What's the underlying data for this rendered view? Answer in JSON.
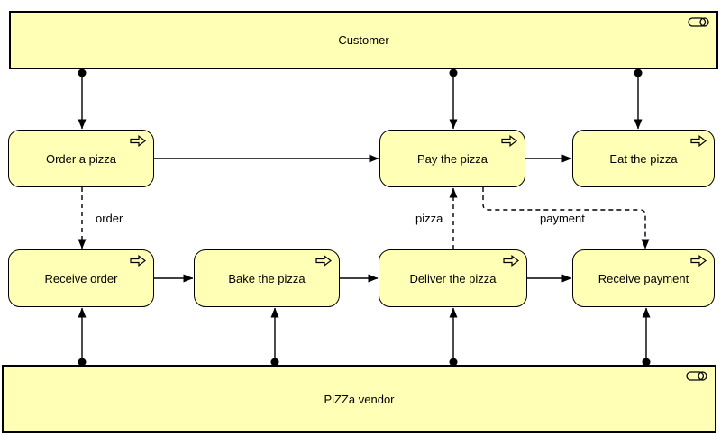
{
  "diagram": {
    "type": "archimate-business-process-view",
    "actors": {
      "customer": {
        "label": "Customer",
        "icon": "business-role-icon"
      },
      "vendor": {
        "label": "PiZZa vendor",
        "icon": "business-role-icon"
      }
    },
    "processes": {
      "order": {
        "label": "Order a pizza",
        "icon": "business-process-icon"
      },
      "pay": {
        "label": "Pay the pizza",
        "icon": "business-process-icon"
      },
      "eat": {
        "label": "Eat the pizza",
        "icon": "business-process-icon"
      },
      "receive_order": {
        "label": "Receive order",
        "icon": "business-process-icon"
      },
      "bake": {
        "label": "Bake the pizza",
        "icon": "business-process-icon"
      },
      "deliver": {
        "label": "Deliver the pizza",
        "icon": "business-process-icon"
      },
      "receive_payment": {
        "label": "Receive payment",
        "icon": "business-process-icon"
      }
    },
    "flows": {
      "order": {
        "label": "order"
      },
      "pizza": {
        "label": "pizza"
      },
      "payment": {
        "label": "payment"
      }
    },
    "colors": {
      "element_fill": "#ffffb5",
      "element_stroke": "#000000",
      "connector": "#000000",
      "canvas_background": "#ffffff"
    }
  }
}
